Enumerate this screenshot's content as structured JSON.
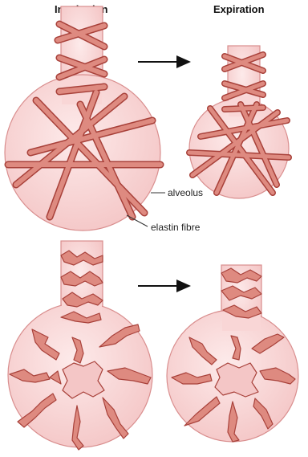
{
  "headers": {
    "inspiration": "Inspiration",
    "expiration": "Expiration"
  },
  "labels": {
    "alveolus": "alveolus",
    "elastin_fibre": "elastin fibre"
  },
  "colors": {
    "alveolus_fill": "#f9d6d6",
    "alveolus_stroke": "#d98e8e",
    "fibre_fill": "#de8a80",
    "fibre_stroke": "#a8413a",
    "arrow": "#111111"
  }
}
